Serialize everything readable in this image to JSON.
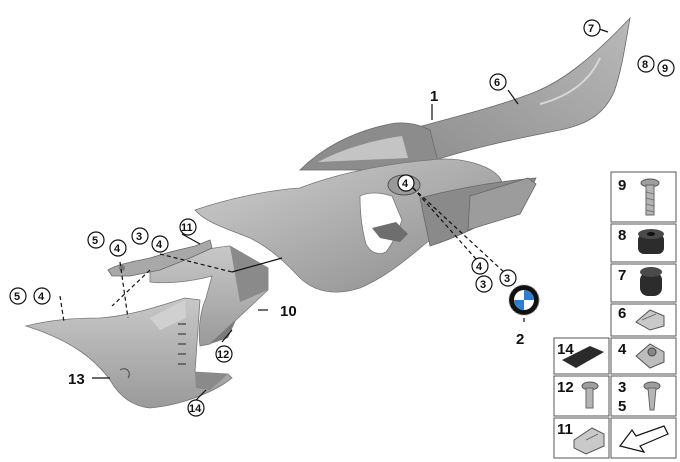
{
  "callouts": {
    "c1": "1",
    "c2": "2",
    "c6": "6",
    "c7": "7",
    "c8": "8",
    "c9": "9",
    "c10": "10",
    "c13": "13",
    "r4a": "4",
    "r4b": "4",
    "r3a": "3",
    "r3b": "3",
    "l11": "11",
    "l3": "3",
    "l4a": "4",
    "l5a": "5",
    "l4b": "4",
    "l5b": "5",
    "l4c": "4",
    "l12": "12",
    "l14": "14"
  },
  "parts_table": {
    "r1_left": "9",
    "r2_left": "8",
    "r3_left": "7",
    "r4_left": "6",
    "r5_a": "14",
    "r5_b": "4",
    "r6_a": "12",
    "r6_b_top": "3",
    "r6_b_bot": "5",
    "r7_a": "11"
  },
  "colors": {
    "part_fill": "#b7b7b7",
    "part_dark": "#7f7f7f",
    "part_light": "#d8d8d8",
    "stroke": "#111111",
    "logo_blue": "#2f7fd0"
  }
}
